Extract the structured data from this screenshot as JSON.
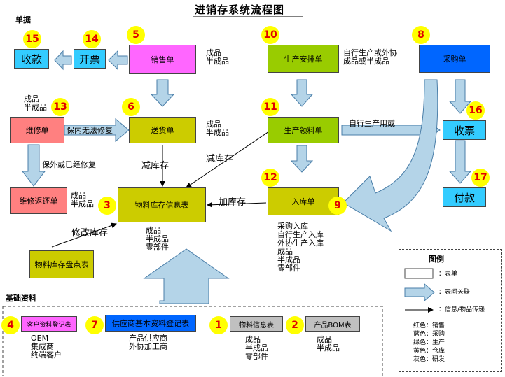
{
  "title": "进销存系统流程图",
  "section_labels": {
    "documents": "单据",
    "base_data": "基础资料"
  },
  "nodes": {
    "shoukuan": {
      "label": "收款",
      "num": "15",
      "color": "#33ccff"
    },
    "kaipiao": {
      "label": "开票",
      "num": "14",
      "color": "#33ccff"
    },
    "xiaoshou": {
      "label": "销售单",
      "num": "5",
      "color": "#ff66ff"
    },
    "shengchan_ap": {
      "label": "生产安排单",
      "num": "10",
      "color": "#99cc00"
    },
    "caigou": {
      "label": "采购单",
      "num": "8",
      "color": "#0066ff"
    },
    "weixiu": {
      "label": "维修单",
      "num": "13",
      "color": "#ff8080"
    },
    "songhuo": {
      "label": "送货单",
      "num": "6",
      "color": "#cccc00"
    },
    "shengchan_ll": {
      "label": "生产领料单",
      "num": "11",
      "color": "#99cc00"
    },
    "shoupiao": {
      "label": "收票",
      "num": "16",
      "color": "#33ccff"
    },
    "weixiu_fh": {
      "label": "维修返还单",
      "color": "#ff8080"
    },
    "kucun_xinxi": {
      "label": "物料库存信息表",
      "num": "3",
      "color": "#cccc00"
    },
    "ruku": {
      "label": "入库单",
      "num": "12",
      "num2": "9",
      "color": "#cccc00"
    },
    "fukuan": {
      "label": "付款",
      "num": "17",
      "color": "#33ccff"
    },
    "pandian": {
      "label": "物料库存盘点表",
      "color": "#cccc00"
    },
    "kehu": {
      "label": "客户资料登记表",
      "num": "4",
      "color": "#ff66ff"
    },
    "gongying": {
      "label": "供应商基本资料登记表",
      "num": "7",
      "color": "#0066ff"
    },
    "wuliao": {
      "label": "物料信息表",
      "num": "1",
      "color": "#c0c0c0"
    },
    "bom": {
      "label": "产品BOM表",
      "num": "2",
      "color": "#c0c0c0"
    }
  },
  "annotations": {
    "xiaoshou_items": [
      "成品",
      "半成品"
    ],
    "songhuo_items": [
      "成品",
      "半成品"
    ],
    "shengchan_ap_items": [
      "自行生产或外协",
      "成品或半成品"
    ],
    "weixiu_items": [
      "成品",
      "半成品"
    ],
    "weixiu_fh_items": [
      "成品",
      "半成品"
    ],
    "kucun_items": [
      "成品",
      "半成品",
      "零部件"
    ],
    "ruku_items": [
      "采购入库",
      "自行生产入库",
      "外协生产入库",
      "成品",
      "半成品",
      "零部件"
    ],
    "kehu_items": [
      "OEM",
      "集成商",
      "终端客户"
    ],
    "gongying_items": [
      "产品供应商",
      "外协加工商"
    ],
    "wuliao_items": [
      "成品",
      "半成品",
      "零部件"
    ],
    "bom_items": [
      "成品",
      "半成品"
    ]
  },
  "edge_labels": {
    "repair_inhouse": "保内无法修复",
    "repair_external": "保外或已经修复",
    "self_produce": "自行生产用或",
    "reduce_stock_1": "减库存",
    "reduce_stock_2": "减库存",
    "add_stock": "加库存",
    "modify_stock": "修改库存"
  },
  "legend": {
    "title": "图例",
    "doc": "：表单",
    "relation": "：表间关联",
    "flow": "：信息/物品传递",
    "colors": [
      "红色：销售",
      "蓝色：采购",
      "绿色：生产",
      "黄色：仓库",
      "灰色：研发"
    ]
  }
}
